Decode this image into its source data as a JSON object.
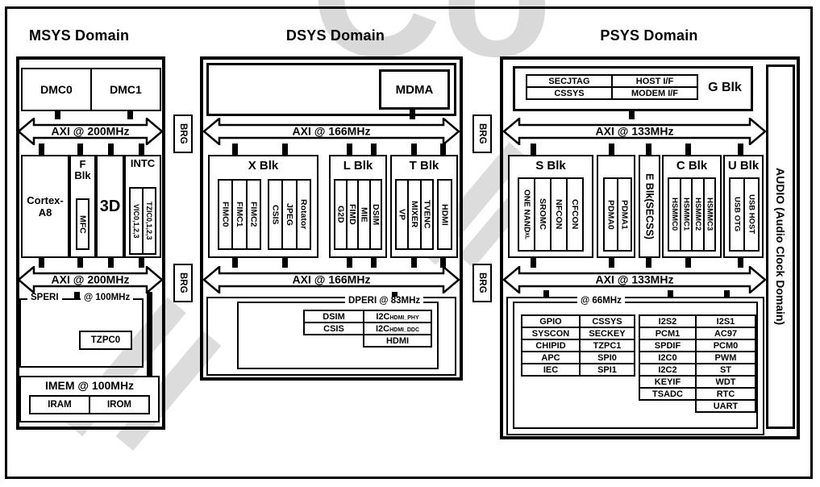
{
  "watermark": {
    "text": "Co"
  },
  "shared": {
    "brg": "BRG",
    "audio": "AUDIO (Audio Clock Domain)"
  },
  "msys": {
    "title": "MSYS Domain",
    "dmc0": "DMC0",
    "dmc1": "DMC1",
    "axi": "AXI @ 200MHz",
    "cortex": "Cortex-A8",
    "f_title": "F Blk",
    "mfc": "MFC",
    "threed": "3D",
    "intc": "INTC",
    "vic": "VIC0,1,2,3",
    "tzic": "TZIC0,1,2,3",
    "speri": "SPERI",
    "speri_freq": "@ 100MHz",
    "tzpc0": "TZPC0",
    "imem_title": "IMEM @ 100MHz",
    "iram": "IRAM",
    "irom": "IROM"
  },
  "dsys": {
    "title": "DSYS Domain",
    "mdma": "MDMA",
    "axi": "AXI @ 166MHz",
    "x_title": "X Blk",
    "x1": [
      "FIMC0",
      "FIMC1",
      "FIMC2"
    ],
    "x2": [
      "CSIS",
      "JPEG",
      "Rotator"
    ],
    "l_title": "L Blk",
    "l": [
      "G2D",
      "FIMD",
      "MIE",
      "DSIM"
    ],
    "t_title": "T Blk",
    "t": [
      "VP",
      "MIXER",
      "TVENC"
    ],
    "t_hdmi": "HDMI",
    "dperi_label": "DPERI @ 83MHz",
    "dperi_left": [
      "DSIM",
      "CSIS"
    ],
    "dperi_right": [
      {
        "main": "I2C",
        "sub": "HDMI_PHY"
      },
      {
        "main": "I2C",
        "sub": "HDMI_DDC"
      },
      {
        "main": "HDMI",
        "sub": ""
      }
    ]
  },
  "psys": {
    "title": "PSYS Domain",
    "g_title": "G Blk",
    "g": [
      "SECJTAG",
      "HOST I/F",
      "CSSYS",
      "MODEM I/F"
    ],
    "axi": "AXI @ 133MHz",
    "s_title": "S Blk",
    "s": [
      {
        "main": "ONE NAND",
        "sub": "XL"
      },
      {
        "main": "SROMC",
        "sub": ""
      },
      {
        "main": "NFCON",
        "sub": ""
      },
      {
        "main": "CFCON",
        "sub": ""
      }
    ],
    "pdma": [
      "PDMA0",
      "PDMA1"
    ],
    "e_label": "E Blk(SECSS)",
    "c_title": "C Blk",
    "c": [
      "HSMMC0",
      "HSMMC1",
      "HSMMC2",
      "HSMMC3"
    ],
    "u_title": "U Blk",
    "u": [
      "USB OTG",
      "USB HOST"
    ],
    "p66_label": "@ 66MHz",
    "p66c1": [
      "GPIO",
      "SYSCON",
      "CHIPID",
      "APC",
      "IEC"
    ],
    "p66c2": [
      "CSSYS",
      "SECKEY",
      "TZPC1",
      "SPI0",
      "SPI1"
    ],
    "p66c3": [
      "I2S2",
      "PCM1",
      "SPDIF",
      "I2C0",
      "I2C2",
      "KEYIF",
      "TSADC"
    ],
    "p66c4": [
      "I2S1",
      "AC97",
      "PCM0",
      "PWM",
      "ST",
      "WDT",
      "RTC",
      "UART"
    ]
  }
}
